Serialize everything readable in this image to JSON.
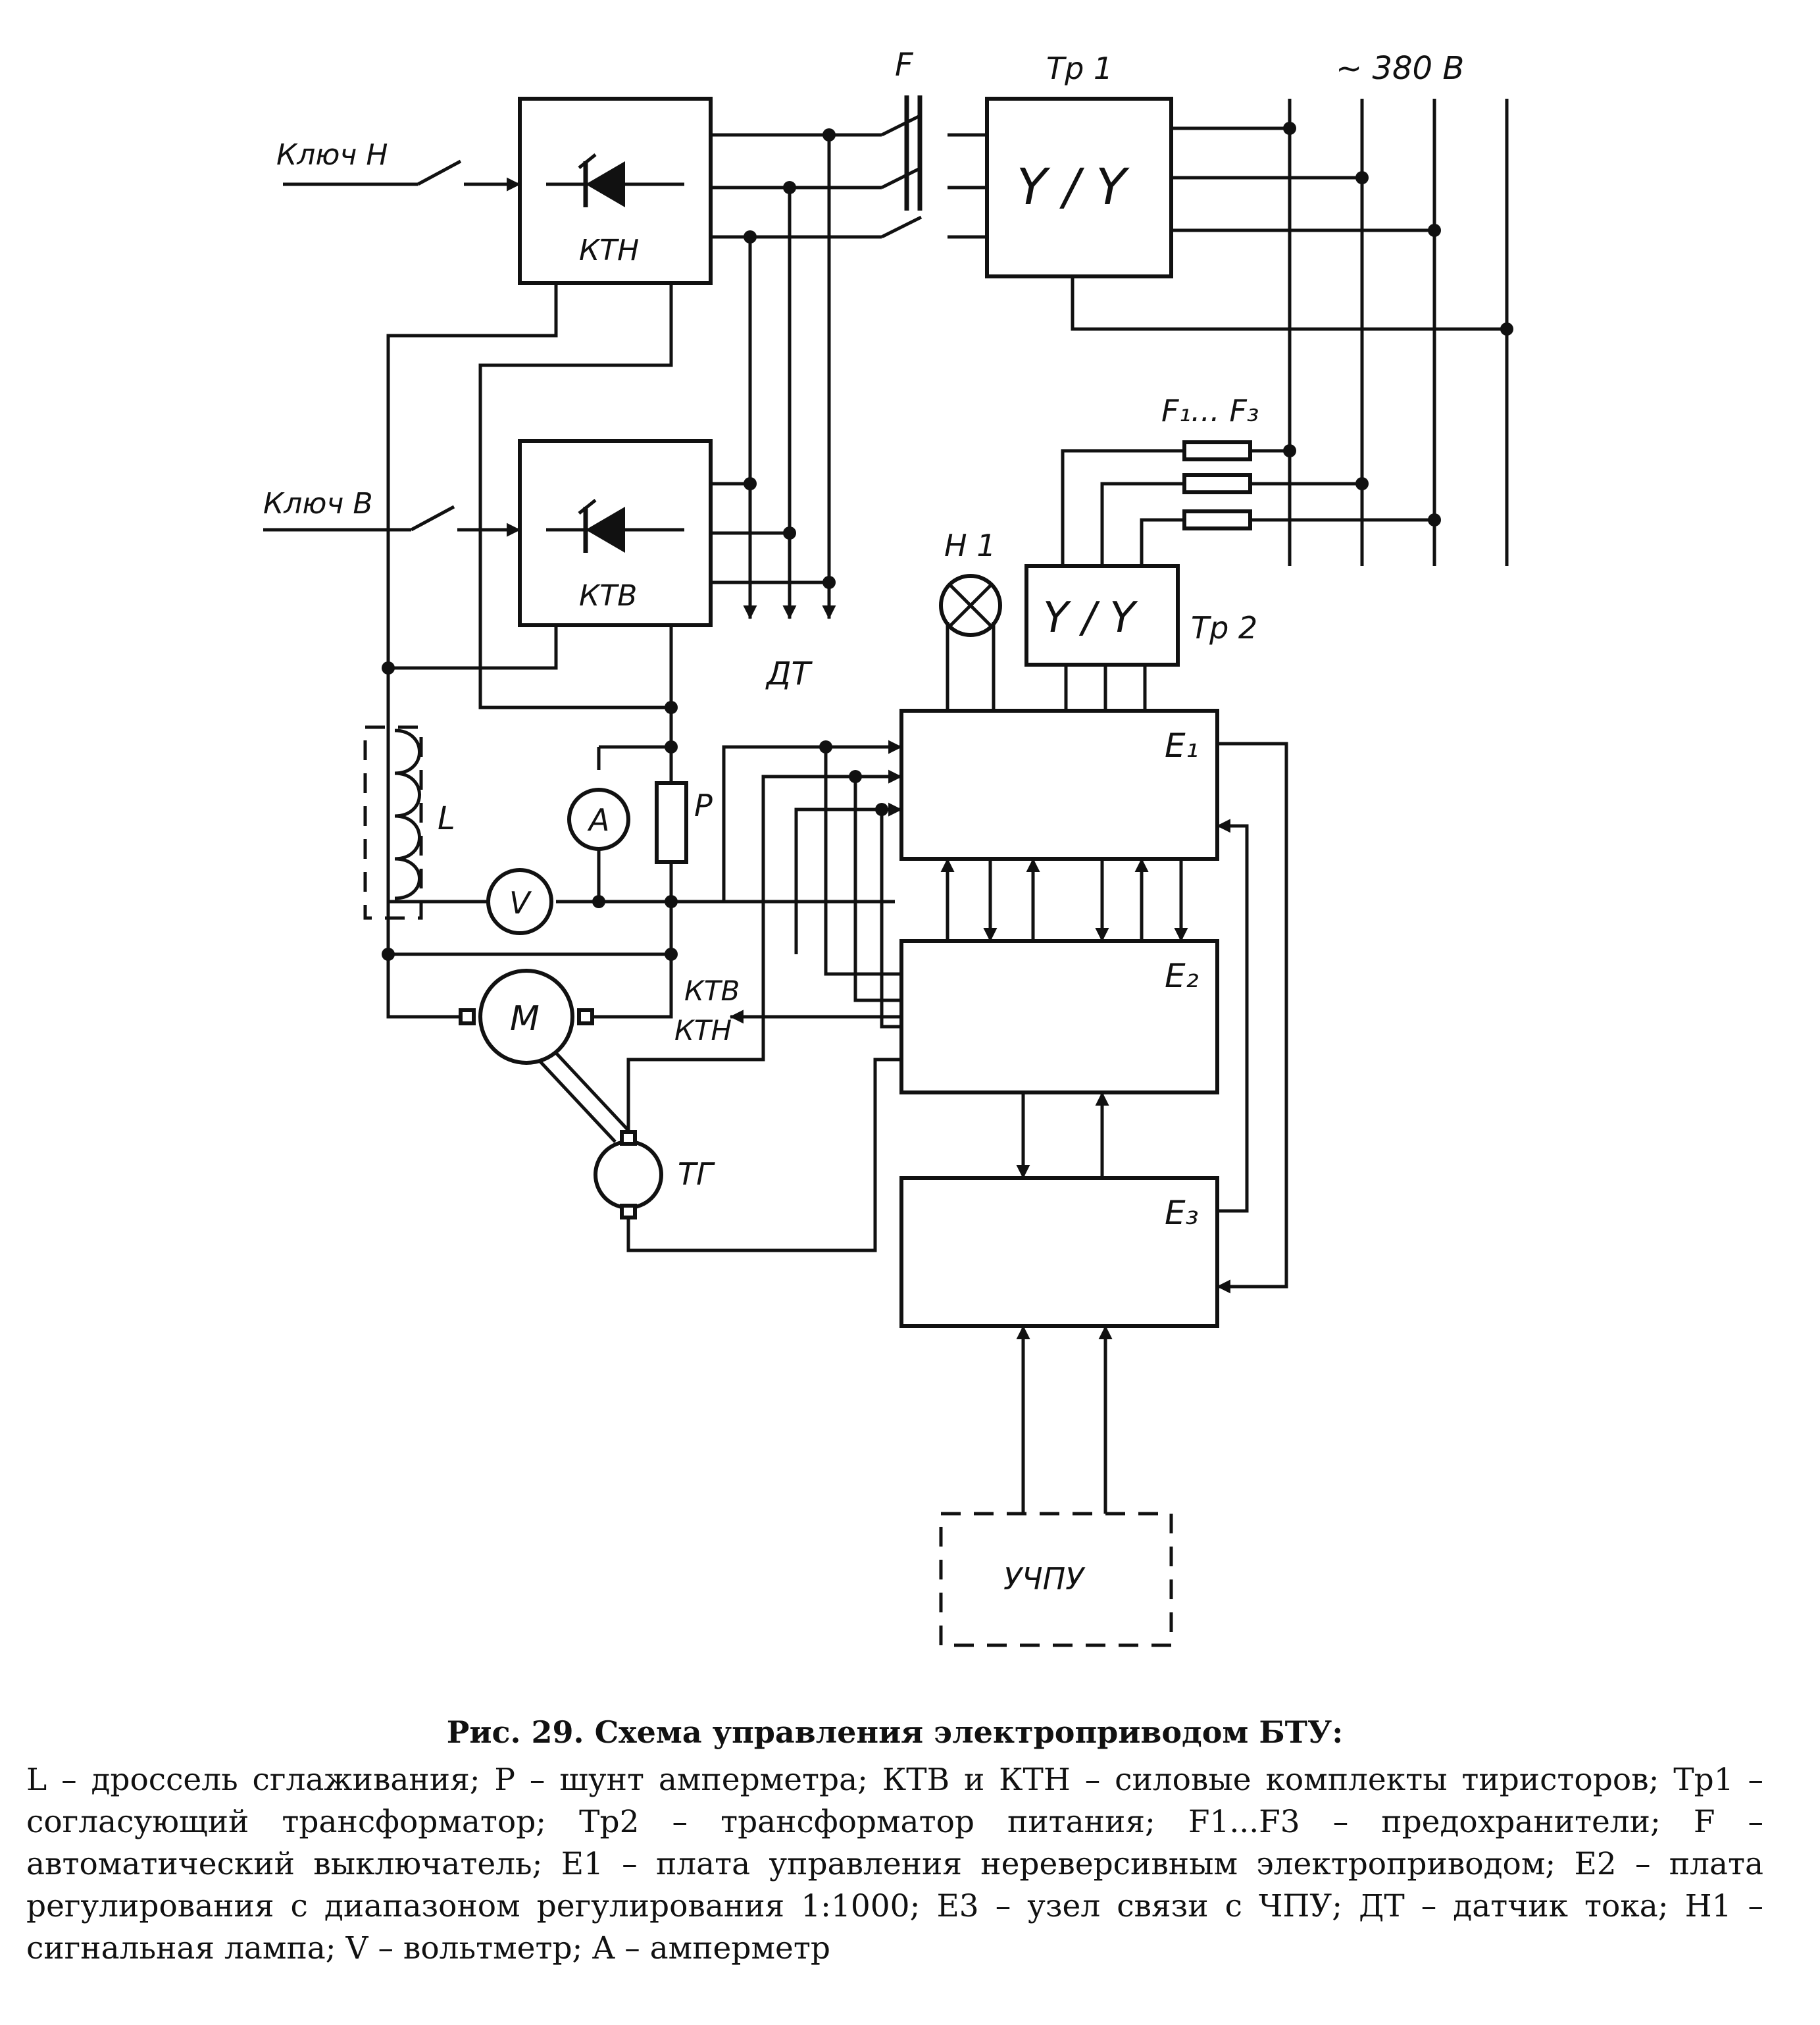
{
  "labels": {
    "key_n": "Ключ Н",
    "key_v": "Ключ В",
    "ktn": "КТН",
    "ktv": "КТВ",
    "f": "F",
    "tp1": "Тр 1",
    "mains": "~ 380 В",
    "yy1": "Y / Y",
    "yy2": "Y / Y",
    "f1f3": "F₁... F₃",
    "h1": "Н 1",
    "tp2": "Тр 2",
    "dt": "ДТ",
    "e1": "E₁",
    "e2": "E₂",
    "e3": "E₃",
    "l": "L",
    "p": "Р",
    "a": "А",
    "v": "V",
    "m": "М",
    "tg": "ТГ",
    "ktv_sig": "КТВ",
    "ktn_sig": "КТН",
    "uchpu": "УЧПУ"
  },
  "caption": {
    "title": "Рис. 29. Схема управления электроприводом БТУ:",
    "text": "L – дроссель сглаживания; P – шунт амперметра; КТВ и КТН – силовые комплекты тиристоров; Тр1 – согласующий трансформатор; Тр2 – трансформатор питания; F1...F3 – предохранители; F – автоматический выключатель; E1 – плата управления нереверсивным электроприводом; E2 – плата регулирования с диапазоном регулирования 1:1000; E3 – узел связи с ЧПУ; ДТ – датчик тока; H1 – сигнальная лампа; V – вольтметр; A – амперметр"
  }
}
